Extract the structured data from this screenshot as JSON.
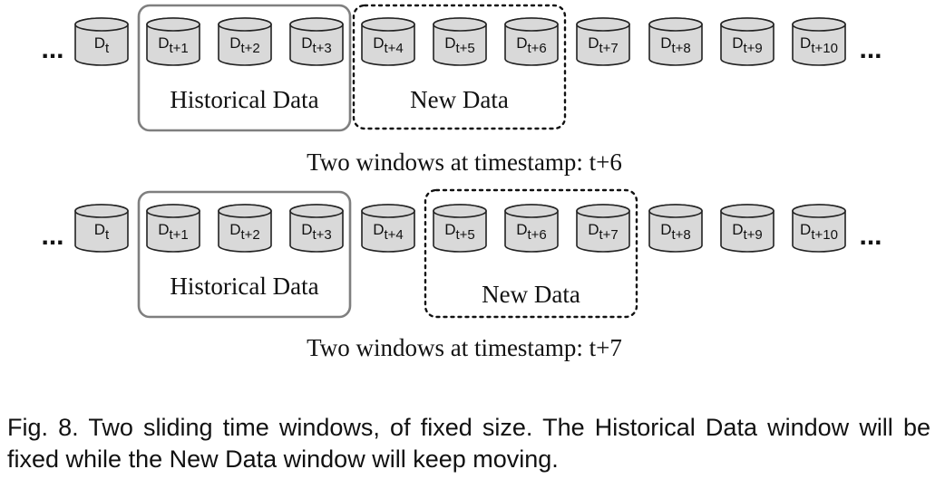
{
  "diagram": {
    "ellipsis": "...",
    "rows": [
      {
        "disks": [
          {
            "base": "D",
            "sub": "t"
          },
          {
            "base": "D",
            "sub": "t+1"
          },
          {
            "base": "D",
            "sub": "t+2"
          },
          {
            "base": "D",
            "sub": "t+3"
          },
          {
            "base": "D",
            "sub": "t+4"
          },
          {
            "base": "D",
            "sub": "t+5"
          },
          {
            "base": "D",
            "sub": "t+6"
          },
          {
            "base": "D",
            "sub": "t+7"
          },
          {
            "base": "D",
            "sub": "t+8"
          },
          {
            "base": "D",
            "sub": "t+9"
          },
          {
            "base": "D",
            "sub": "t+10"
          }
        ],
        "historical_window": {
          "label": "Historical Data",
          "covers": [
            "t+1",
            "t+2",
            "t+3"
          ]
        },
        "new_window": {
          "label": "New Data",
          "covers": [
            "t+4",
            "t+5",
            "t+6"
          ]
        },
        "label": "Two windows at timestamp: t+6"
      },
      {
        "disks": [
          {
            "base": "D",
            "sub": "t"
          },
          {
            "base": "D",
            "sub": "t+1"
          },
          {
            "base": "D",
            "sub": "t+2"
          },
          {
            "base": "D",
            "sub": "t+3"
          },
          {
            "base": "D",
            "sub": "t+4"
          },
          {
            "base": "D",
            "sub": "t+5"
          },
          {
            "base": "D",
            "sub": "t+6"
          },
          {
            "base": "D",
            "sub": "t+7"
          },
          {
            "base": "D",
            "sub": "t+8"
          },
          {
            "base": "D",
            "sub": "t+9"
          },
          {
            "base": "D",
            "sub": "t+10"
          }
        ],
        "historical_window": {
          "label": "Historical Data",
          "covers": [
            "t+1",
            "t+2",
            "t+3"
          ]
        },
        "new_window": {
          "label": "New Data",
          "covers": [
            "t+5",
            "t+6",
            "t+7"
          ]
        },
        "label": "Two windows at timestamp: t+7"
      }
    ],
    "colors": {
      "disk_fill": "#d9d9d9",
      "disk_stroke": "#222222",
      "historical_border": "#7f7f7f",
      "new_border": "#111111"
    }
  },
  "caption": "Fig. 8. Two sliding time windows, of fixed size. The Historical Data window will be fixed while the New Data window will keep moving."
}
